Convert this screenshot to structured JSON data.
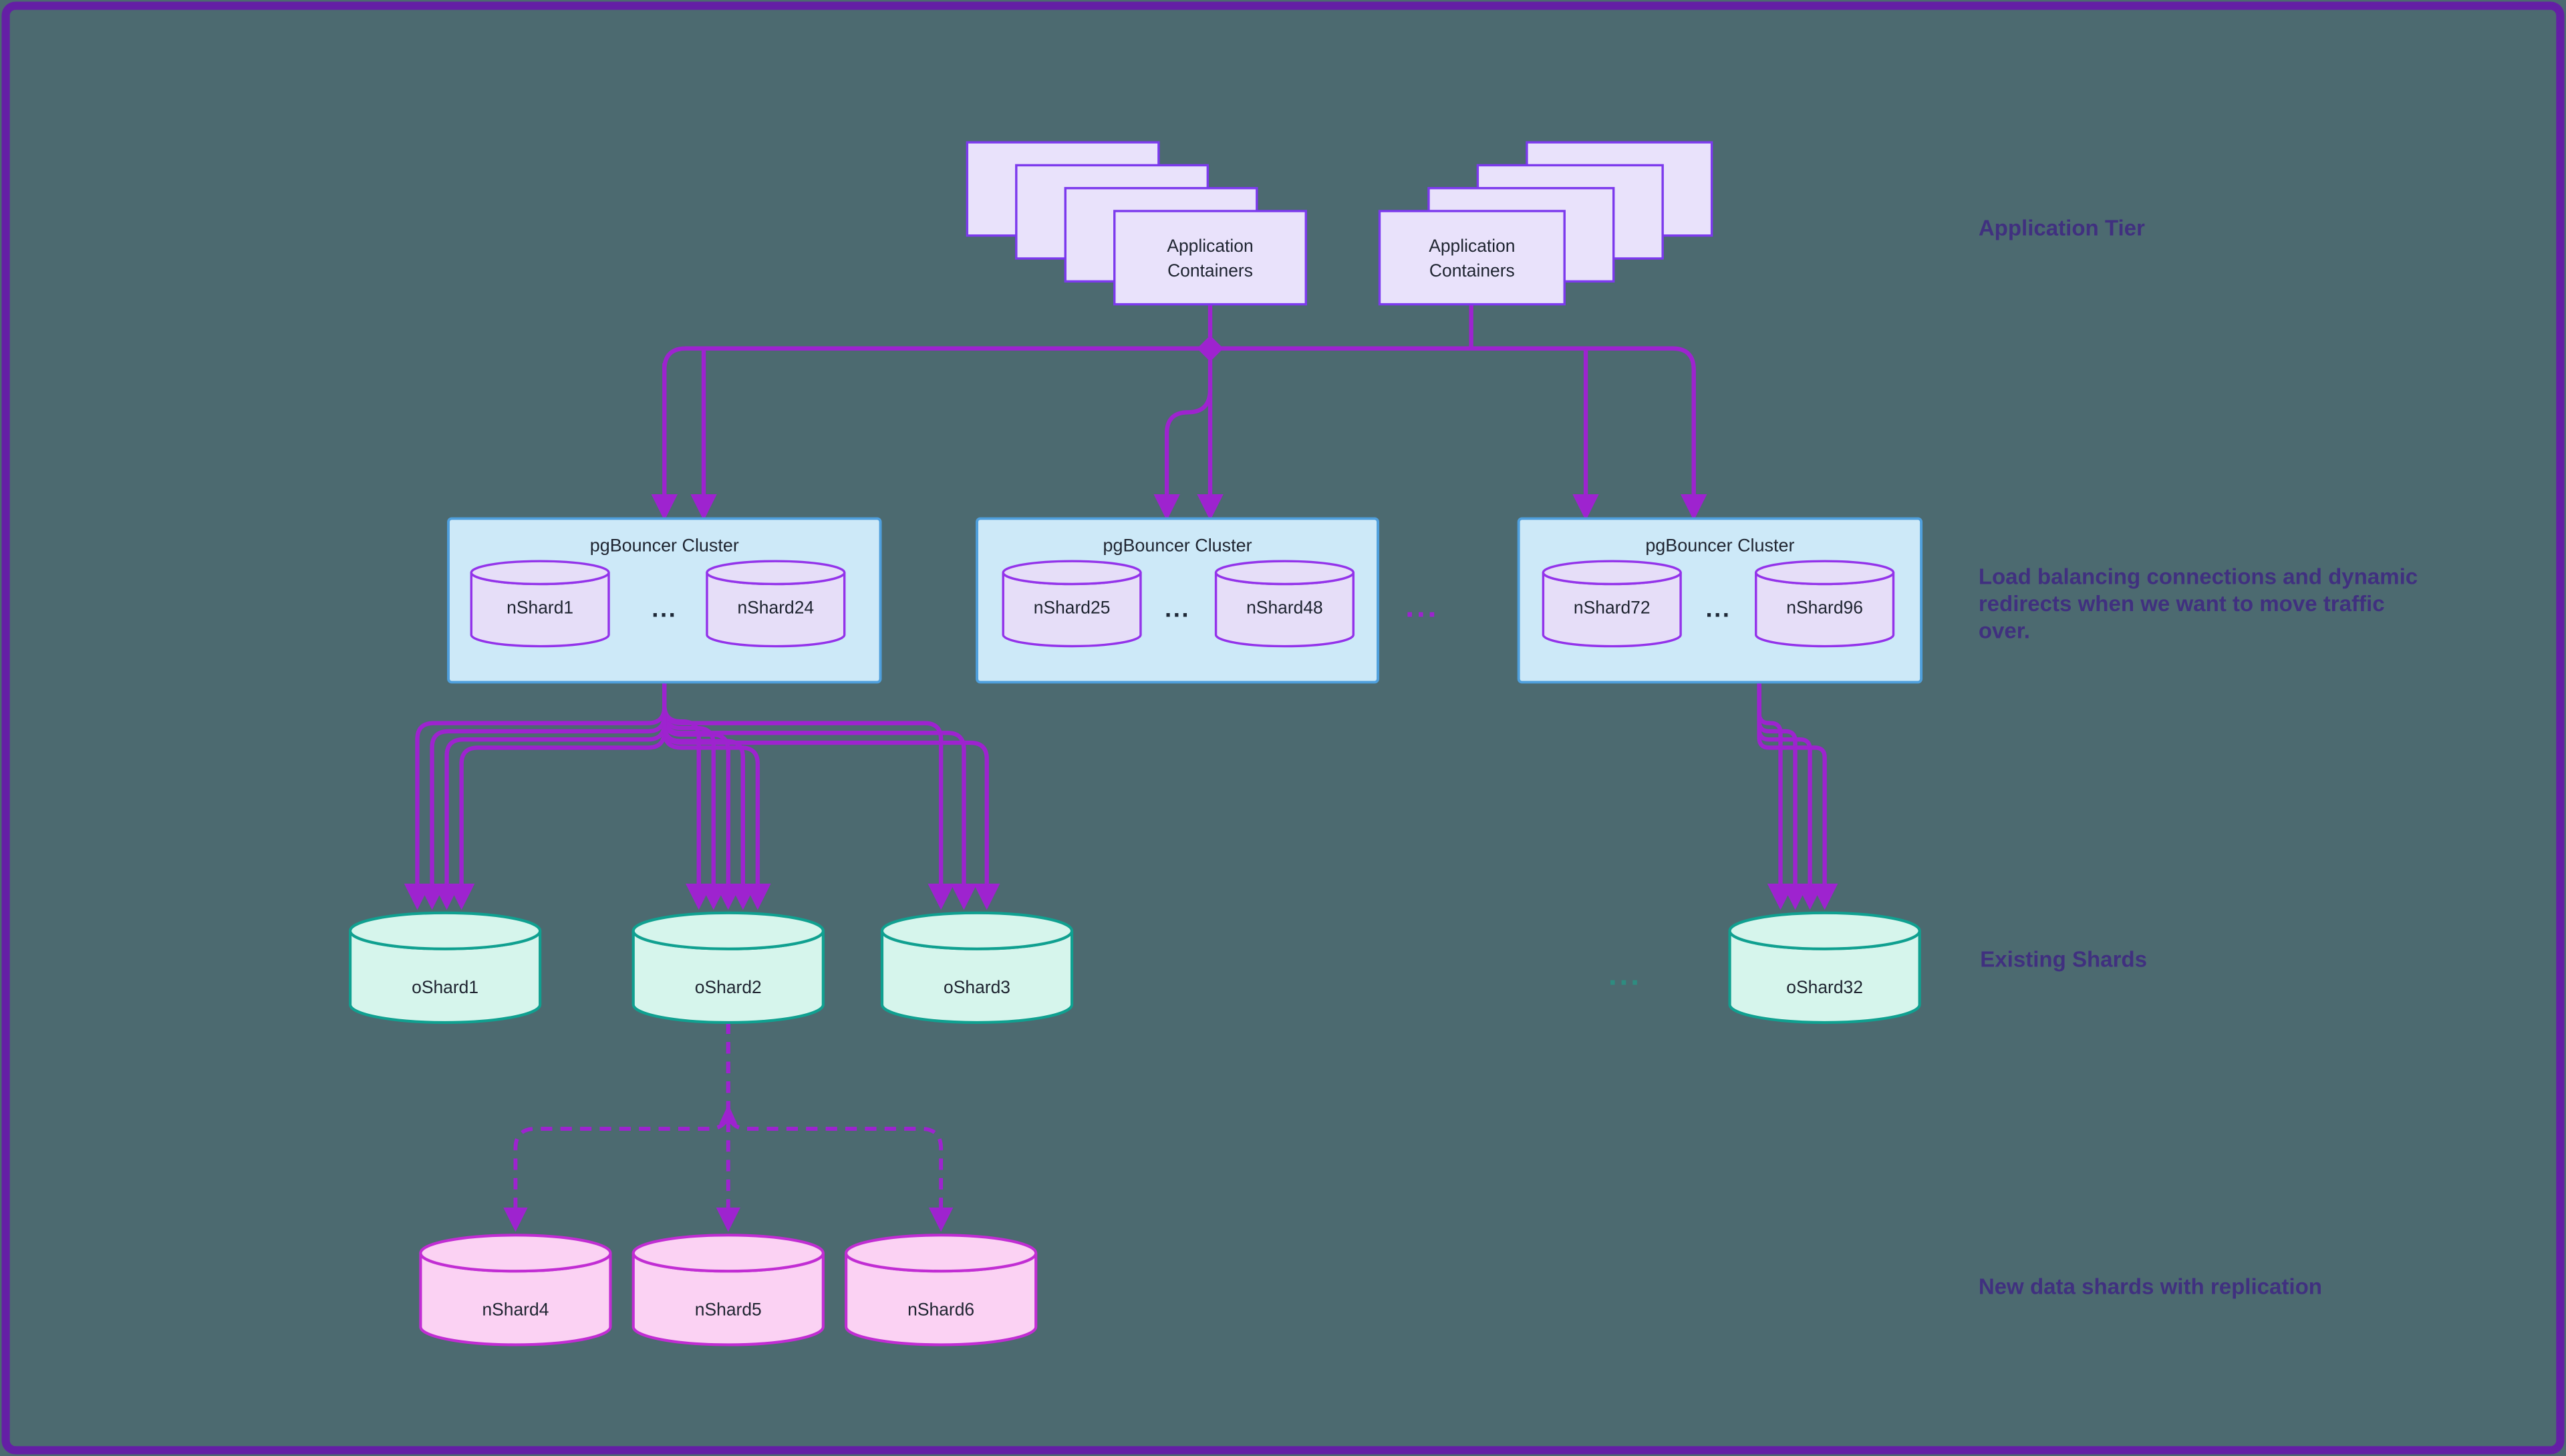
{
  "app_stacks": [
    {
      "lines": [
        "Application",
        "Containers"
      ]
    },
    {
      "lines": [
        "Application",
        "Containers"
      ]
    }
  ],
  "clusters": [
    {
      "title": "pgBouncer Cluster",
      "left_shard": "nShard1",
      "dots": "...",
      "right_shard": "nShard24"
    },
    {
      "title": "pgBouncer Cluster",
      "left_shard": "nShard25",
      "dots": "...",
      "right_shard": "nShard48"
    },
    {
      "title": "pgBouncer Cluster",
      "left_shard": "nShard72",
      "dots": "...",
      "right_shard": "nShard96"
    }
  ],
  "cluster_gap_dots": "...",
  "existing_shards": {
    "items": [
      "oShard1",
      "oShard2",
      "oShard3"
    ],
    "dots": "...",
    "last": "oShard32"
  },
  "new_shards": [
    "nShard4",
    "nShard5",
    "nShard6"
  ],
  "annotations": {
    "application_tier": "Application Tier",
    "load_balancing": [
      "Load balancing connections and dynamic",
      "redirects when we want to move traffic",
      "over."
    ],
    "existing_shards": "Existing Shards",
    "new_shards": "New data shards with replication"
  },
  "colors": {
    "background": "#4c6a70",
    "frame-border": "#641fa5",
    "arrow": "#9e23cf",
    "annotation-text": "#40307f",
    "node-text": "#1e2430",
    "card-fill": "#e9e2fb",
    "card-stroke": "#7c3aed",
    "cluster-fill": "#cde9f8",
    "cluster-stroke": "#4f9fdc",
    "lav-fill": "#e6def8",
    "lav-stroke": "#9333ea",
    "mint-fill": "#d6f5ec",
    "mint-stroke": "#10a090",
    "pink-fill": "#fbd2f3",
    "pink-stroke": "#c12dd3",
    "dots-dark": "#1f2937",
    "dots-teal": "#2e8c80"
  }
}
